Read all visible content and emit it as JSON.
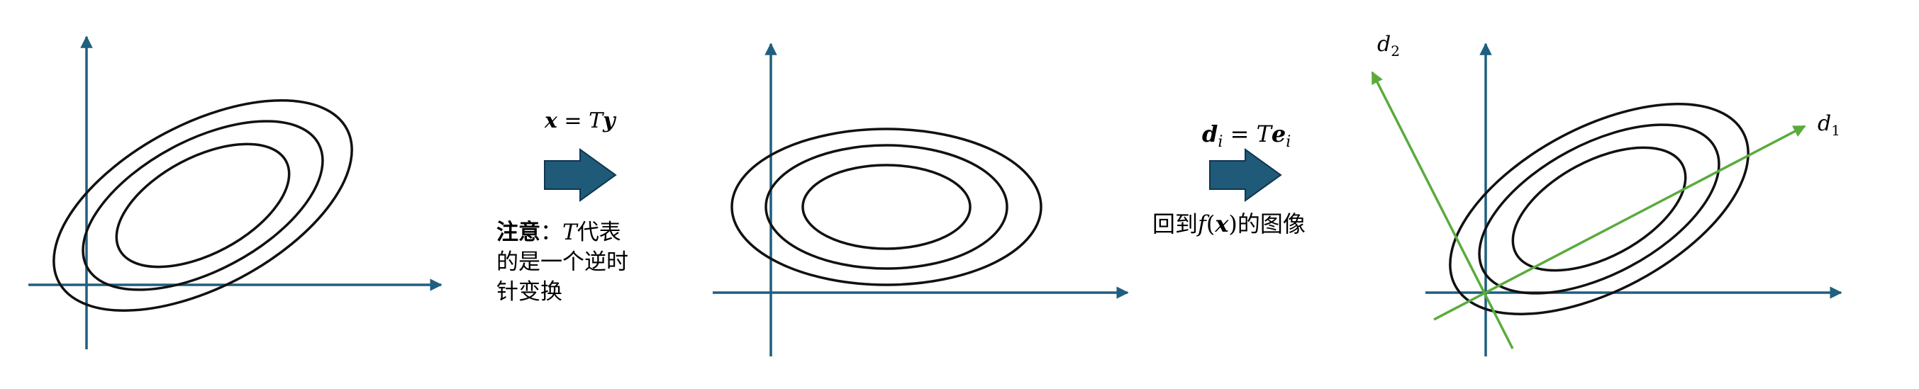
{
  "diagram": {
    "colors": {
      "axis": "#1f5f7f",
      "contour": "#111111",
      "arrow_fill": "#1f5a78",
      "arrow_stroke": "#0e3550",
      "direction": "#5aab3c",
      "text": "#000000"
    },
    "step1": {
      "formula": {
        "bold_var": "x",
        "eq": " = ",
        "T": "T",
        "bold_var2": "y"
      },
      "note_bold": "注意",
      "note_colon": "：",
      "note_T": "T",
      "note_line1_rest": "代表",
      "note_line2": "的是一个逆时",
      "note_line3": "针变换"
    },
    "step2": {
      "formula": {
        "bold_var": "d",
        "sub": "i",
        "eq": " = ",
        "T": "T",
        "bold_var2": "e",
        "sub2": "i"
      },
      "caption_prefix": "回到",
      "caption_f": "f",
      "caption_open": "(",
      "caption_x": "x",
      "caption_close": ")",
      "caption_suffix": "的图像"
    },
    "panel3": {
      "d1": {
        "var": "d",
        "sub": "1"
      },
      "d2": {
        "var": "d",
        "sub": "2"
      }
    }
  }
}
